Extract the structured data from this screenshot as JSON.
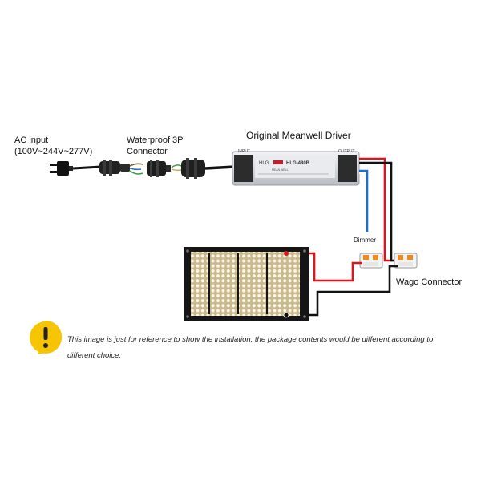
{
  "labels": {
    "ac_input_line1": "AC input",
    "ac_input_line2": "(100V~244V~277V)",
    "waterproof_line1": "Waterproof 3P",
    "waterproof_line2": "Connector",
    "driver_title": "Original Meanwell Driver",
    "wago": "Wago Connector",
    "dimmer": "Dimmer"
  },
  "driver_text": {
    "input": "INPUT",
    "output": "OUTPUT",
    "brand": "HLG",
    "model": "HLG-480B",
    "maker": "MEAN WELL"
  },
  "note": {
    "text": "This image is just for reference to show the installation, the package contents would be different according to different choice."
  },
  "colors": {
    "wire_red": "#e0131b",
    "wire_black": "#111111",
    "wire_blue": "#1a6fd1",
    "warning_yellow": "#f6c400",
    "wago_orange": "#f08a1c",
    "board_black": "#151515",
    "driver_silver": "#d8dade"
  },
  "icons": {
    "warning": "warning-icon",
    "plug": "plug-icon"
  }
}
